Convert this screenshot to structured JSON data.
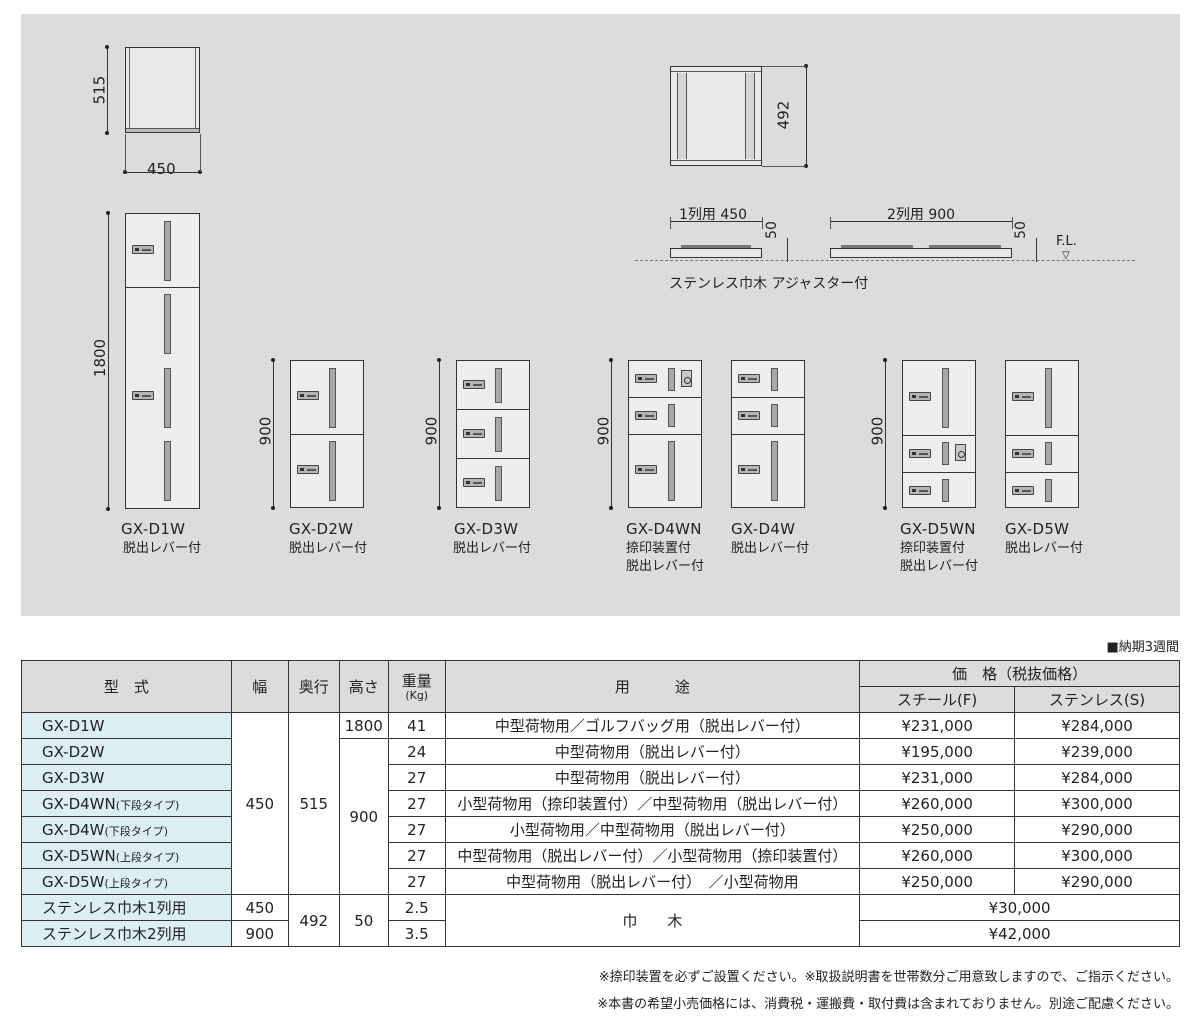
{
  "drawings": {
    "side_view": {
      "height": "515",
      "width": "450"
    },
    "base_top_view": {
      "depth": "492"
    },
    "skirting": {
      "one_row_label": "1列用 450",
      "two_row_label": "2列用 900",
      "height_1": "50",
      "height_2": "50",
      "floor_level": "F.L.",
      "caption": "ステンレス巾木 アジャスター付"
    },
    "units": [
      {
        "model": "GX-D1W",
        "height": "1800",
        "notes": [
          "脱出レバー付"
        ]
      },
      {
        "model": "GX-D2W",
        "height": "900",
        "notes": [
          "脱出レバー付"
        ]
      },
      {
        "model": "GX-D3W",
        "height": "900",
        "notes": [
          "脱出レバー付"
        ]
      },
      {
        "model": "GX-D4WN",
        "height": "900",
        "notes": [
          "捺印装置付",
          "脱出レバー付"
        ]
      },
      {
        "model": "GX-D4W",
        "notes": [
          "脱出レバー付"
        ]
      },
      {
        "model": "GX-D5WN",
        "height": "900",
        "notes": [
          "捺印装置付",
          "脱出レバー付"
        ]
      },
      {
        "model": "GX-D5W",
        "notes": [
          "脱出レバー付"
        ]
      }
    ]
  },
  "lead_time": "■納期3週間",
  "table": {
    "headers": {
      "model": "型　式",
      "width": "幅",
      "depth": "奥行",
      "height": "高さ",
      "weight": "重量",
      "weight_unit": "(Kg)",
      "use": "用　　　途",
      "price": "価　格（税抜価格）",
      "steel": "スチール(F)",
      "stainless": "ステンレス(S)"
    },
    "shared": {
      "width": "450",
      "depth": "515",
      "height_d1": "1800",
      "height_others": "900"
    },
    "rows": [
      {
        "model": "GX-D1W",
        "type": "",
        "weight": "41",
        "use": "中型荷物用／ゴルフバッグ用（脱出レバー付）",
        "steel": "¥231,000",
        "stainless": "¥284,000"
      },
      {
        "model": "GX-D2W",
        "type": "",
        "weight": "24",
        "use": "中型荷物用（脱出レバー付）",
        "steel": "¥195,000",
        "stainless": "¥239,000"
      },
      {
        "model": "GX-D3W",
        "type": "",
        "weight": "27",
        "use": "中型荷物用（脱出レバー付）",
        "steel": "¥231,000",
        "stainless": "¥284,000"
      },
      {
        "model": "GX-D4WN",
        "type": "(下段タイプ)",
        "weight": "27",
        "use": "小型荷物用（捺印装置付）／中型荷物用（脱出レバー付）",
        "steel": "¥260,000",
        "stainless": "¥300,000"
      },
      {
        "model": "GX-D4W",
        "type": "(下段タイプ)",
        "weight": "27",
        "use": "小型荷物用／中型荷物用（脱出レバー付）",
        "steel": "¥250,000",
        "stainless": "¥290,000"
      },
      {
        "model": "GX-D5WN",
        "type": "(上段タイプ)",
        "weight": "27",
        "use": "中型荷物用（脱出レバー付）／小型荷物用（捺印装置付）",
        "steel": "¥260,000",
        "stainless": "¥300,000"
      },
      {
        "model": "GX-D5W",
        "type": "(上段タイプ)",
        "weight": "27",
        "use": "中型荷物用（脱出レバー付）　／小型荷物用",
        "steel": "¥250,000",
        "stainless": "¥290,000"
      }
    ],
    "skirt_rows": [
      {
        "model": "ステンレス巾木1列用",
        "width": "450",
        "weight": "2.5",
        "price": "¥30,000"
      },
      {
        "model": "ステンレス巾木2列用",
        "width": "900",
        "weight": "3.5",
        "price": "¥42,000"
      }
    ],
    "skirt_shared": {
      "depth": "492",
      "height": "50",
      "use": "巾　　木"
    }
  },
  "notes": [
    "※捺印装置を必ずご設置ください。※取扱説明書を世帯数分ご用意致しますので、ご指示ください。",
    "※本書の希望小売価格には、消費税・運搬費・取付費は含まれておりません。別途ご配慮ください。"
  ]
}
